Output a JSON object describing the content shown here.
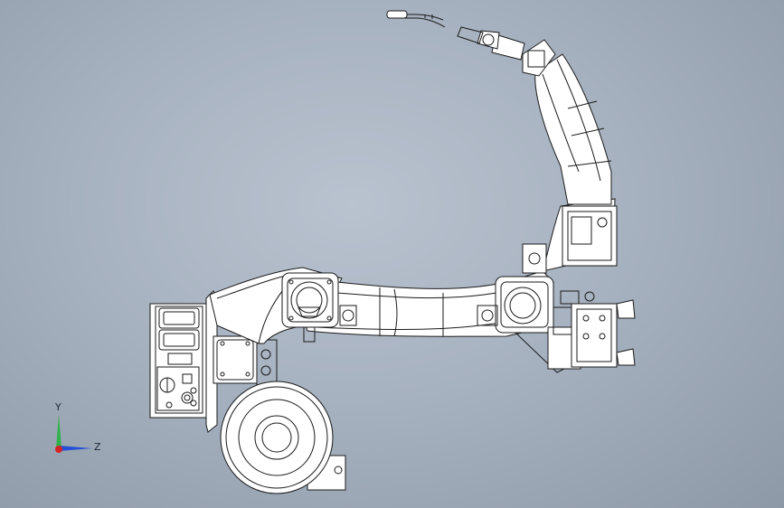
{
  "viewport": {
    "background_top": "#b9c2cf",
    "background_bottom": "#8e99a8",
    "line_color": "#1a1a1a",
    "fill_color": "#ffffff"
  },
  "triad": {
    "y_label": "Y",
    "z_label": "Z",
    "y_color": "#2fb24a",
    "z_color": "#2450d6",
    "x_color": "#d62424"
  },
  "model": {
    "icon": "robot-arm-cad-wireframe"
  }
}
